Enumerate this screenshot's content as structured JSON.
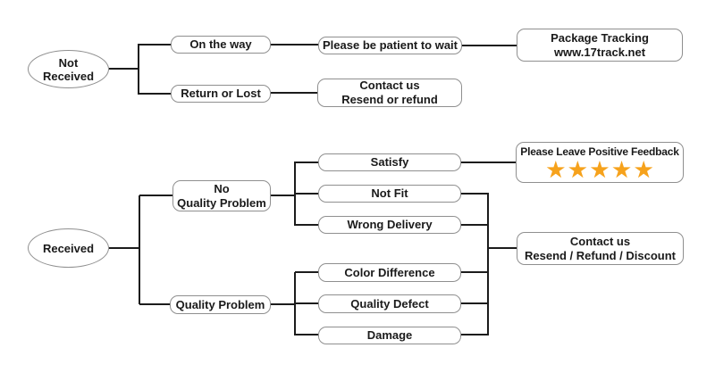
{
  "colors": {
    "background": "#ffffff",
    "box_border": "#8f8f8f",
    "connector_line": "#1c1c1c",
    "text": "#1a1a1a",
    "star": "#f6a21c"
  },
  "nodes": {
    "not_received": {
      "lines": [
        "Not",
        "Received"
      ]
    },
    "on_the_way": {
      "label": "On the way"
    },
    "return_or_lost": {
      "label": "Return or Lost"
    },
    "be_patient": {
      "label": "Please be patient to wait"
    },
    "package_tracking": {
      "lines": [
        "Package Tracking",
        "www.17track.net"
      ]
    },
    "contact_resend_refund": {
      "lines": [
        "Contact us",
        "Resend or refund"
      ]
    },
    "received": {
      "label": "Received"
    },
    "no_quality_problem": {
      "lines": [
        "No",
        "Quality Problem"
      ]
    },
    "quality_problem": {
      "label": "Quality Problem"
    },
    "satisfy": {
      "label": "Satisfy"
    },
    "not_fit": {
      "label": "Not Fit"
    },
    "wrong_delivery": {
      "label": "Wrong Delivery"
    },
    "color_difference": {
      "label": "Color Difference"
    },
    "quality_defect": {
      "label": "Quality Defect"
    },
    "damage": {
      "label": "Damage"
    },
    "positive_feedback": {
      "label": "Please Leave Positive Feedback",
      "stars": "★★★★★",
      "star_count": 5
    },
    "contact_discount": {
      "lines": [
        "Contact us",
        "Resend / Refund / Discount"
      ]
    }
  }
}
